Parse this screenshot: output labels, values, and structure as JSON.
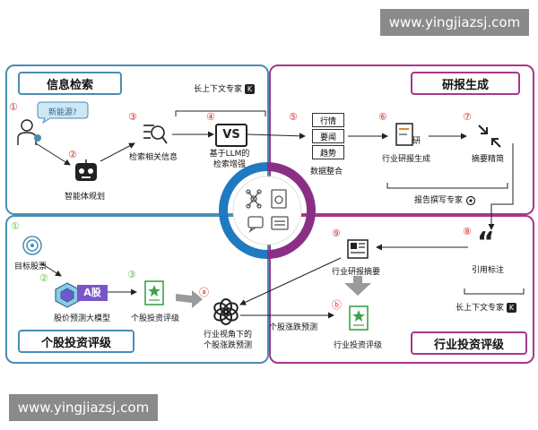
{
  "watermark_top": "www.yingjiazsj.com",
  "watermark_bottom": "www.yingjiazsj.com",
  "panels": {
    "info_retrieval": "信息检索",
    "report_generation": "研报生成",
    "stock_rating": "个股投资评级",
    "industry_rating": "行业投资评级"
  },
  "steps": {
    "n1": "①",
    "n2": "②",
    "n3": "③",
    "n4": "④",
    "n5": "⑤",
    "n6": "⑥",
    "n7": "⑦",
    "n8": "⑧",
    "n9": "⑨",
    "na": "ⓐ",
    "nb": "ⓑ",
    "g1": "①",
    "g2": "②",
    "g3": "③"
  },
  "labels": {
    "new_energy": "新能源?",
    "agent_planning": "智能体规划",
    "search_info": "检索相关信息",
    "llm_enhance": "基于LLM的\n检索增强",
    "long_context_expert": "长上下文专家",
    "market": "行情",
    "news": "要闻",
    "trend": "趋势",
    "data_integration": "数据整合",
    "industry_report_gen": "行业研报生成",
    "research_icon_char": "研",
    "summary_refine": "摘要精简",
    "report_writing_expert": "报告撰写专家",
    "citation": "引用标注",
    "industry_report_summary": "行业研报摘要",
    "long_context_expert_2": "长上下文专家",
    "industry_rating": "行业投资评级",
    "target_stock": "目标股票",
    "price_model": "股价预测大模型",
    "a_stock": "A股",
    "stock_rating_label": "个股投资评级",
    "industry_view": "行业视角下的\n个股涨跌预测",
    "stock_change_pred": "个股涨跌预测",
    "llm_logo": "VS",
    "k_badge": "K"
  },
  "colors": {
    "blue_panel": "#4a8db3",
    "purple_panel": "#a8378a",
    "step_red": "#d6302f",
    "step_green": "#6bbf4a",
    "ring_blue": "#1f7ac0",
    "ring_purple": "#8a2f86"
  }
}
